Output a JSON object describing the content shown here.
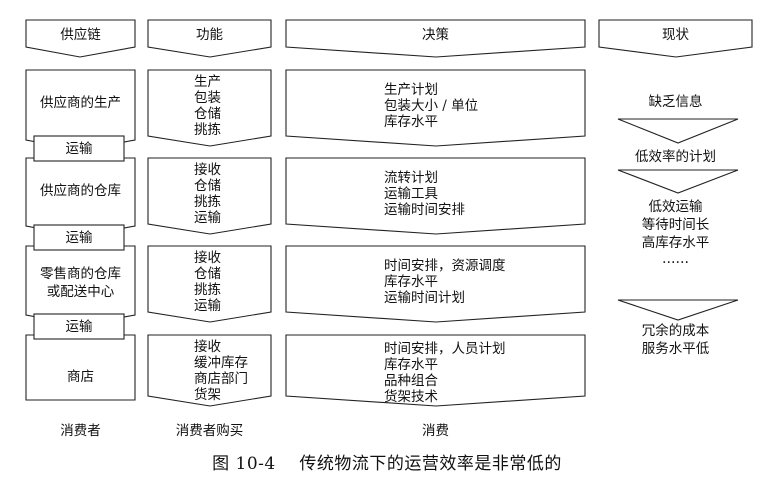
{
  "headers": {
    "supply_chain": "供应链",
    "function": "功能",
    "decision": "决策",
    "status": "现状"
  },
  "stages": [
    {
      "name": "供应商的生产",
      "functions": [
        "生产",
        "包装",
        "仓储",
        "挑拣"
      ],
      "decisions": [
        "生产计划",
        "包装大小 / 单位",
        "库存水平"
      ]
    },
    {
      "name": "供应商的仓库",
      "functions": [
        "接收",
        "仓储",
        "挑拣",
        "运输"
      ],
      "decisions": [
        "流转计划",
        "运输工具",
        "运输时间安排"
      ]
    },
    {
      "name_lines": [
        "零售商的仓库",
        "或配送中心"
      ],
      "functions": [
        "接收",
        "仓储",
        "挑拣",
        "运输"
      ],
      "decisions": [
        "时间安排，资源调度",
        "库存水平",
        "运输时间计划"
      ]
    },
    {
      "name": "商店",
      "functions": [
        "接收",
        "缓冲库存",
        "商店部门",
        "货架"
      ],
      "decisions": [
        "时间安排，人员计划",
        "库存水平",
        "品种组合",
        "货架技术"
      ]
    }
  ],
  "transport_label": "运输",
  "footers": {
    "consumer": "消费者",
    "consumer_purchase": "消费者购买",
    "consumption": "消费"
  },
  "status": {
    "items": [
      "缺乏信息",
      "低效率的计划"
    ],
    "block": [
      "低效运输",
      "等待时间长",
      "高库存水平",
      "……"
    ],
    "result": [
      "冗余的成本",
      "服务水平低"
    ]
  },
  "caption": "图 10-4    传统物流下的运营效率是非常低的"
}
